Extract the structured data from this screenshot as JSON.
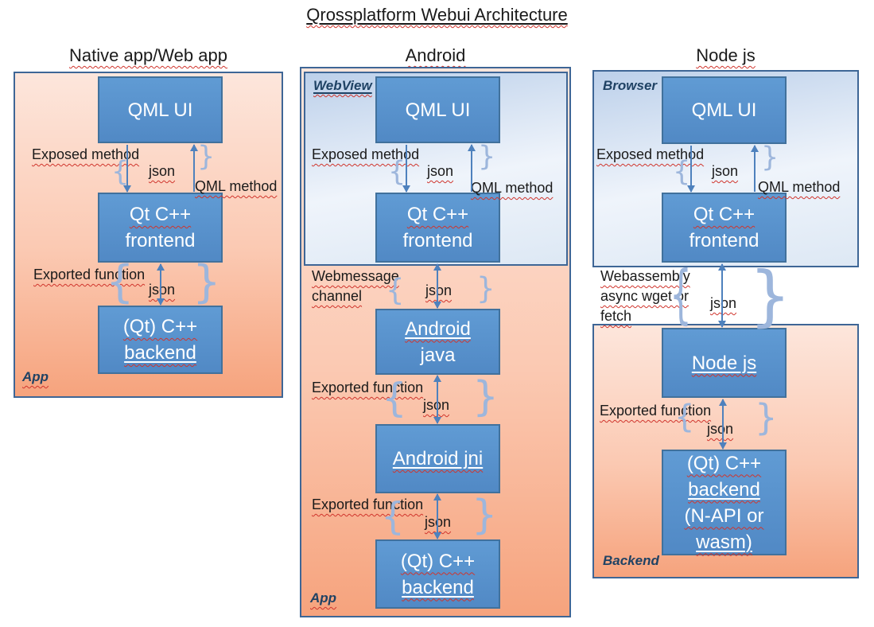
{
  "title": "Qrossplatform Webui Architecture",
  "native": {
    "heading": "Native app/Web app",
    "corner_label": "App",
    "box_qml_ui": "QML UI",
    "box_frontend_line1": "Qt C++",
    "box_frontend_line2": "frontend",
    "box_backend_line1": "(Qt) C++",
    "box_backend_line2": "backend",
    "label_exposed_method": "Exposed method",
    "label_json_top": "json",
    "label_qml_method": "QML method",
    "label_exported_function": "Exported function",
    "label_json_bottom": "json"
  },
  "android": {
    "heading": "Android",
    "webview_label": "WebView",
    "corner_label": "App",
    "box_qml_ui": "QML UI",
    "box_frontend_line1": "Qt C++",
    "box_frontend_line2": "frontend",
    "box_java_line1": "Android",
    "box_java_line2": "java",
    "box_jni": "Android jni",
    "box_backend_line1": "(Qt) C++",
    "box_backend_line2": "backend",
    "label_exposed_method": "Exposed method",
    "label_json1": "json",
    "label_qml_method": "QML method",
    "label_webmessage_line1": "Webmessage",
    "label_webmessage_line2": "channel",
    "label_json2": "json",
    "label_exported_function1": "Exported function",
    "label_json3": "json",
    "label_exported_function2": "Exported function",
    "label_json4": "json"
  },
  "nodejs": {
    "heading": "Node js",
    "browser_label": "Browser",
    "backend_label": "Backend",
    "box_qml_ui": "QML UI",
    "box_frontend_line1": "Qt C++",
    "box_frontend_line2": "frontend",
    "box_node": "Node js",
    "box_backend_line1": "(Qt) C++",
    "box_backend_line2": "backend",
    "box_backend_line3": "(N-API or",
    "box_backend_line4": "wasm)",
    "label_exposed_method": "Exposed method",
    "label_json1": "json",
    "label_qml_method": "QML method",
    "label_webassembly_line1": "Webassembly",
    "label_webassembly_line2": "async wget or",
    "label_webassembly_line3": "fetch",
    "label_json2": "json",
    "label_exported_function": "Exported function",
    "label_json3": "json"
  }
}
